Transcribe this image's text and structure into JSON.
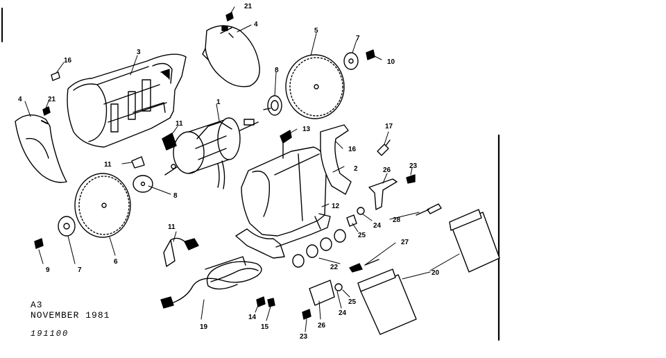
{
  "diagram": {
    "footer": {
      "figure_code": "A3",
      "date": "NOVEMBER 1981",
      "handwritten_number": "191100"
    },
    "callouts": [
      {
        "id": "c21a",
        "text": "21"
      },
      {
        "id": "c4a",
        "text": "4"
      },
      {
        "id": "c5",
        "text": "5"
      },
      {
        "id": "c7a",
        "text": "7"
      },
      {
        "id": "c10",
        "text": "10"
      },
      {
        "id": "c3",
        "text": "3"
      },
      {
        "id": "c16a",
        "text": "16"
      },
      {
        "id": "c21b",
        "text": "21"
      },
      {
        "id": "c4b",
        "text": "4"
      },
      {
        "id": "c8a",
        "text": "8"
      },
      {
        "id": "c1",
        "text": "1"
      },
      {
        "id": "c11a",
        "text": "11"
      },
      {
        "id": "c13",
        "text": "13"
      },
      {
        "id": "c17",
        "text": "17"
      },
      {
        "id": "c16b",
        "text": "16"
      },
      {
        "id": "c11b",
        "text": "11"
      },
      {
        "id": "c2",
        "text": "2"
      },
      {
        "id": "c26a",
        "text": "26"
      },
      {
        "id": "c23a",
        "text": "23"
      },
      {
        "id": "c8b",
        "text": "8"
      },
      {
        "id": "c12",
        "text": "12"
      },
      {
        "id": "c24a",
        "text": "24"
      },
      {
        "id": "c28",
        "text": "28"
      },
      {
        "id": "c25a",
        "text": "25"
      },
      {
        "id": "c27",
        "text": "27"
      },
      {
        "id": "c11c",
        "text": "11"
      },
      {
        "id": "c9",
        "text": "9"
      },
      {
        "id": "c7b",
        "text": "7"
      },
      {
        "id": "c6",
        "text": "6"
      },
      {
        "id": "c22",
        "text": "22"
      },
      {
        "id": "c20",
        "text": "20"
      },
      {
        "id": "c25b",
        "text": "25"
      },
      {
        "id": "c24b",
        "text": "24"
      },
      {
        "id": "c14",
        "text": "14"
      },
      {
        "id": "c15",
        "text": "15"
      },
      {
        "id": "c19",
        "text": "19"
      },
      {
        "id": "c26b",
        "text": "26"
      },
      {
        "id": "c23b",
        "text": "23"
      }
    ]
  }
}
